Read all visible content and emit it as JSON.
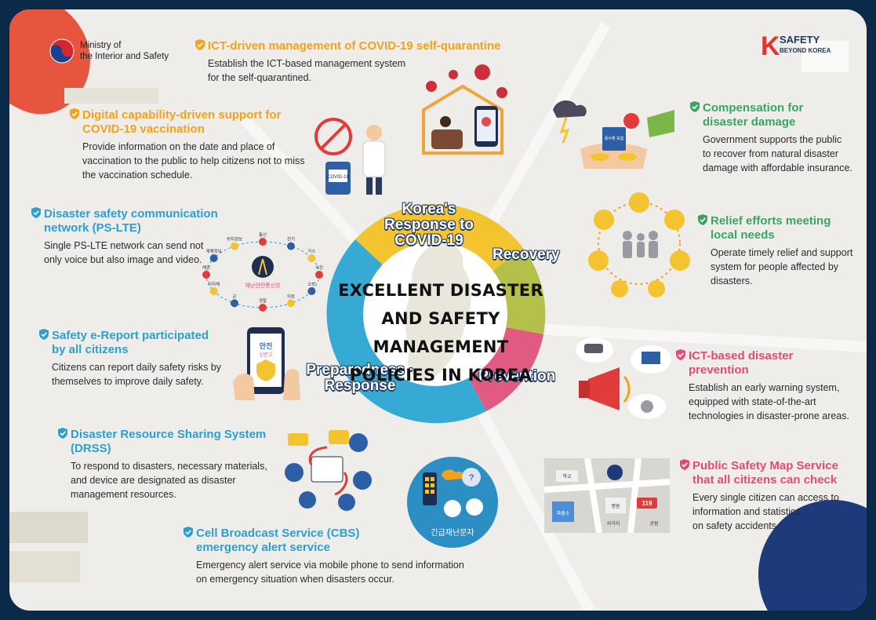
{
  "header": {
    "ministry_line1": "Ministry of",
    "ministry_line2": "the Interior and Safety",
    "brand_k": "K",
    "brand_line1": "SAFETY",
    "brand_line2": "BEYOND KOREA"
  },
  "center": {
    "line1": "EXCELLENT DISASTER",
    "line2": "AND SAFETY MANAGEMENT",
    "line3": "POLICIES IN KOREA"
  },
  "wedges": {
    "covid_line1": "Korea's",
    "covid_line2": "Response to",
    "covid_line3": "COVID-19",
    "recovery": "Recovery",
    "prevention": "Prevention",
    "prep_line1": "Preparedness ·",
    "prep_line2": "Response"
  },
  "sections": {
    "quarantine": {
      "title": "ICT-driven management of COVID-19 self-quarantine",
      "body1": "Establish the ICT-based management system",
      "body2": "for the self-quarantined."
    },
    "vaccination": {
      "title1": "Digital capability-driven support for",
      "title2": "COVID-19 vaccination",
      "body1": "Provide information on the date and place of",
      "body2": "vaccination to the public to help citizens not to miss",
      "body3": "the vaccination schedule."
    },
    "pslte": {
      "title1": "Disaster safety communication",
      "title2": "network (PS-LTE)",
      "body1": "Single PS-LTE network can send not",
      "body2": "only voice but also image and video."
    },
    "ereport": {
      "title1": "Safety e-Report participated",
      "title2": "by all citizens",
      "body1": "Citizens can report daily safety risks by",
      "body2": "themselves to improve daily safety."
    },
    "drss": {
      "title1": "Disaster Resource Sharing System",
      "title2": "(DRSS)",
      "body1": "To respond to disasters, necessary materials,",
      "body2": "and device are designated as disaster",
      "body3": "management resources."
    },
    "cbs": {
      "title1": "Cell Broadcast Service (CBS)",
      "title2": "emergency alert service",
      "body1": "Emergency alert service via mobile phone to send information",
      "body2": "on emergency situation when disasters occur."
    },
    "compensation": {
      "title1": "Compensation for",
      "title2": "disaster damage",
      "body1": "Government supports the public",
      "body2": "to recover from natural disaster",
      "body3": "damage with affordable insurance."
    },
    "relief": {
      "title1": "Relief efforts meeting",
      "title2": "local needs",
      "body1": "Operate timely relief and support",
      "body2": "system for people affected by",
      "body3": "disasters."
    },
    "ictprevention": {
      "title1": "ICT-based disaster",
      "title2": "prevention",
      "body1": "Establish an early warning system,",
      "body2": "equipped with state-of-the-art",
      "body3": "technologies in disaster-prone areas."
    },
    "safetymap": {
      "title1": "Public Safety Map Service",
      "title2": "that all citizens can check",
      "body1": "Every single citizen can access to",
      "body2": "information and statistics",
      "body3": "on safety accidents."
    }
  },
  "illustration_text": {
    "vaccine_label": "COVID-19",
    "network_center": "재난안전통신망",
    "net_nodes": [
      "통신",
      "전기",
      "가스",
      "사진",
      "소방",
      "의료",
      "경찰",
      "군",
      "지자체",
      "해경",
      "재해정보",
      "위치정보"
    ],
    "ereport_app1": "안전",
    "ereport_app2": "신문고",
    "insurance_doc": "풍수해 보험",
    "alert_text": "긴급재난문자",
    "map_badge": "119",
    "map_label1": "파출소",
    "map_label2": "학교",
    "map_label3": "병원",
    "map_label4": "공원",
    "map_label5": "사거리"
  },
  "colors": {
    "orange": "#f2a21c",
    "green": "#3aa561",
    "blue": "#2c9fd0",
    "pink": "#e04b79",
    "wedge_yellow": "#f4c430",
    "wedge_olive": "#b5c04a",
    "wedge_pink": "#e05a82",
    "wedge_blue": "#36a9d4",
    "navy": "#1f3a60"
  },
  "icons": [
    "shield-check-icon",
    "ministry-emblem-icon",
    "virus-icon",
    "vaccine-icon",
    "tower-icon",
    "phone-icon",
    "megaphone-icon",
    "people-icon",
    "map-pin-icon"
  ]
}
